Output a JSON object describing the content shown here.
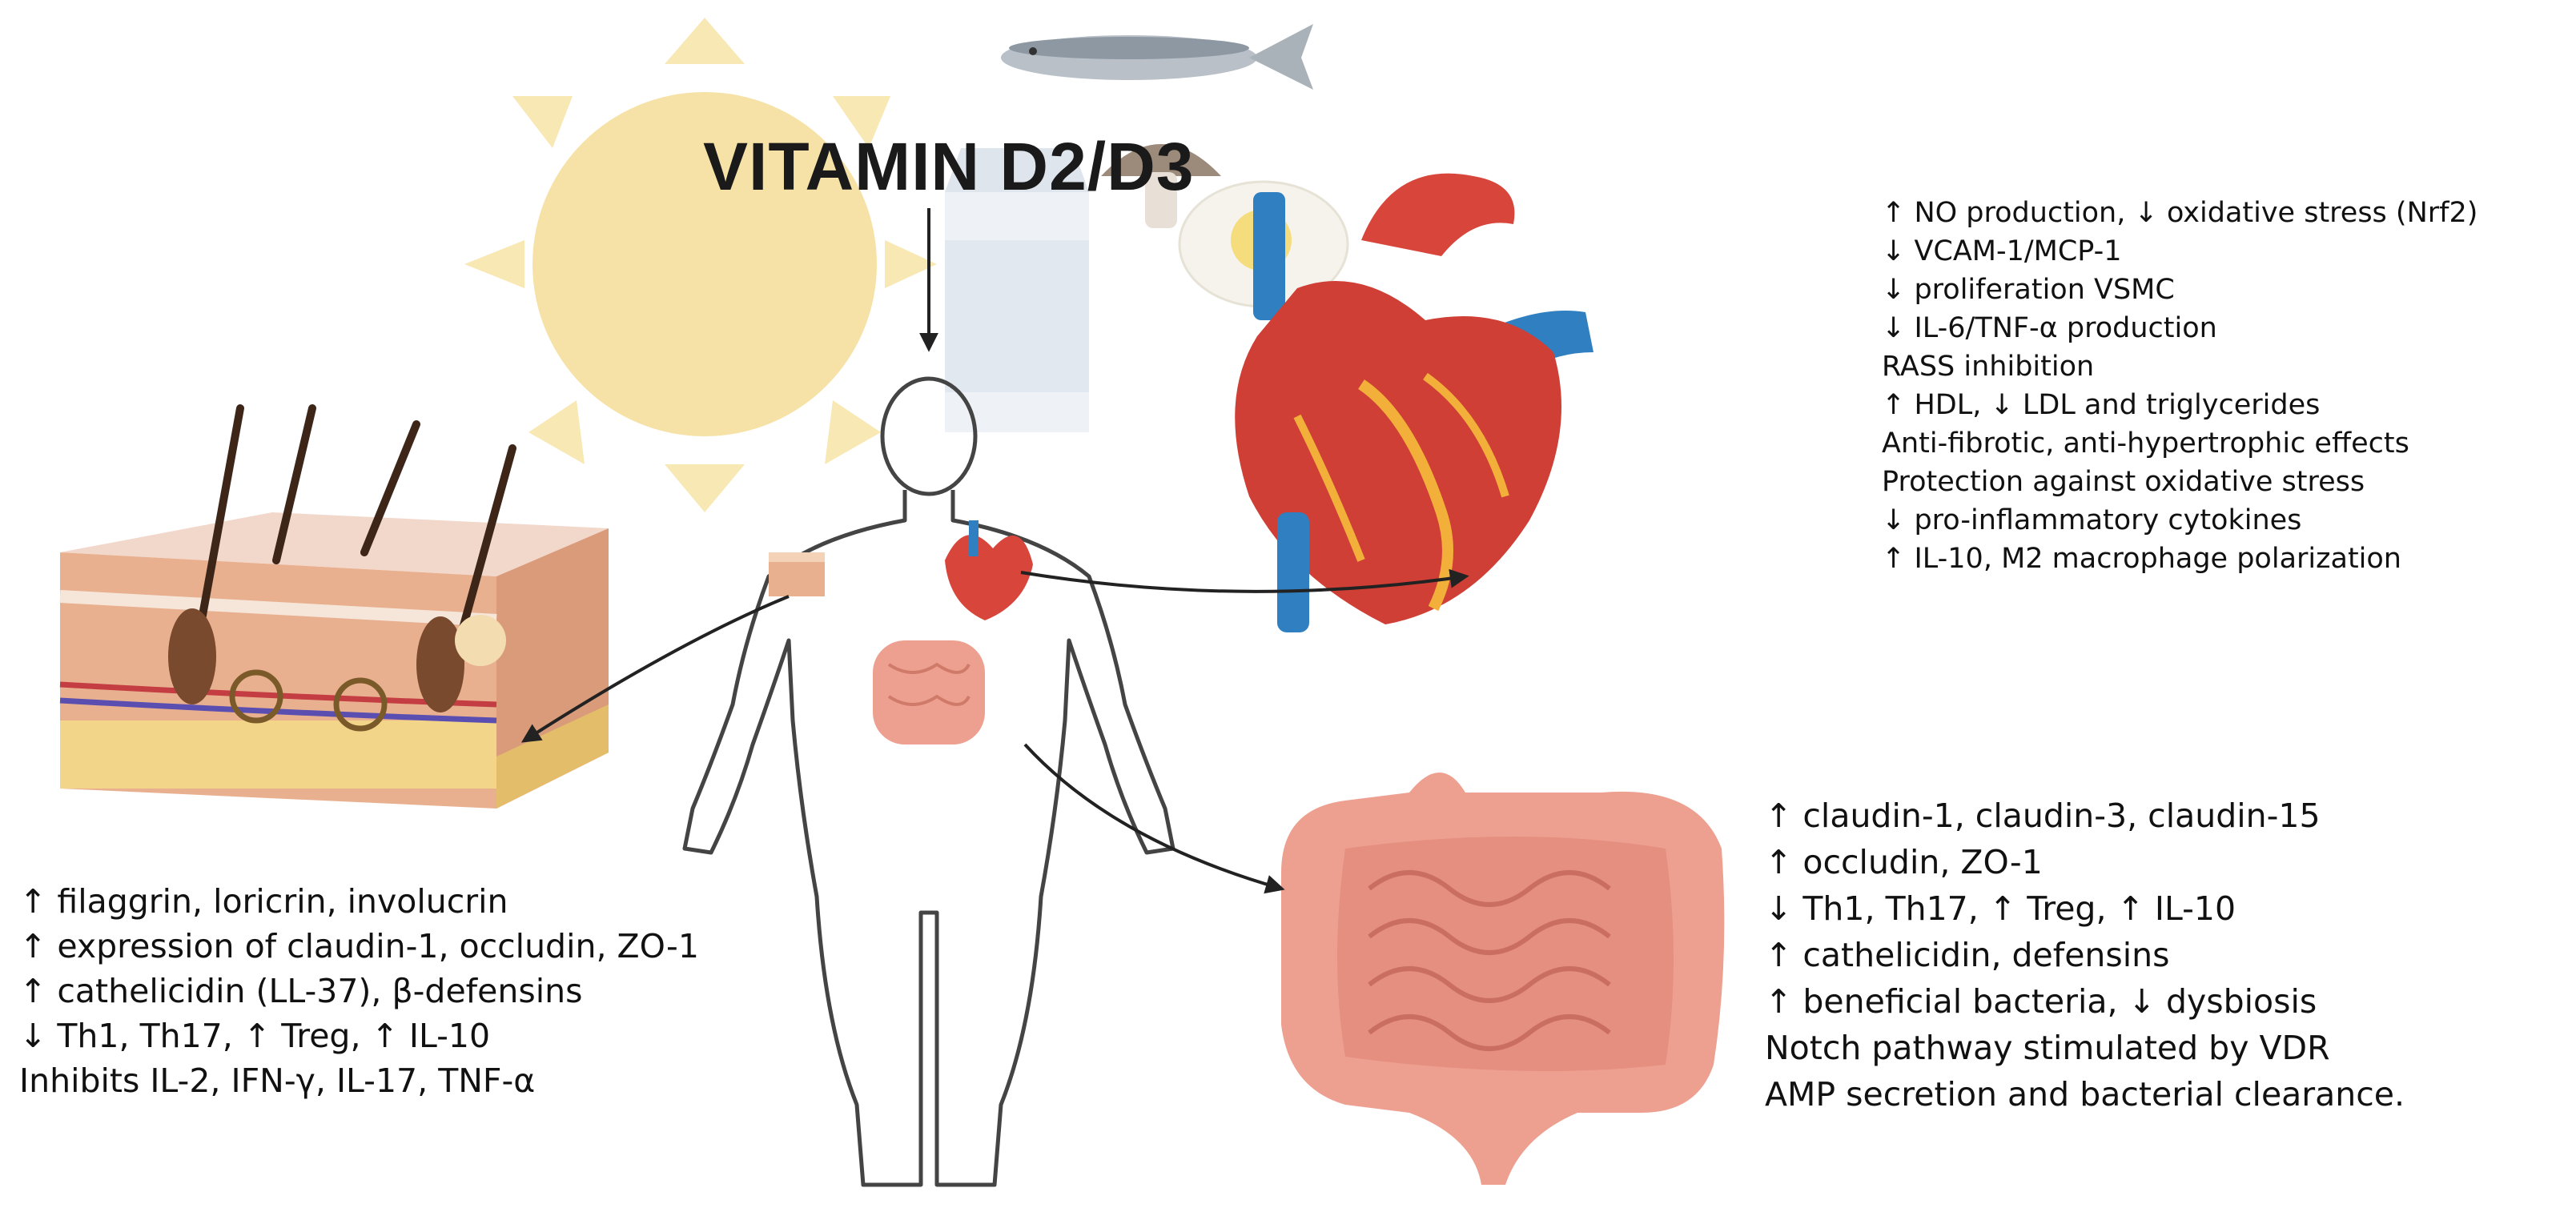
{
  "title": "VITAMIN D2/D3",
  "icons": [
    "sun-icon",
    "fish-icon",
    "milk-carton-icon",
    "mushroom-icon",
    "egg-icon",
    "human-body-icon",
    "skin-section-icon",
    "heart-icon",
    "intestine-icon"
  ],
  "colors": {
    "sun": "#f6e2a6",
    "heart_red": "#d8453a",
    "vessel_blue": "#2f7fc1",
    "intestine": "#eea090",
    "skin": "#e9b08f",
    "arrow": "#222222"
  },
  "heart_effects": [
    "↑ NO production, ↓ oxidative stress (Nrf2)",
    "↓ VCAM-1/MCP-1",
    "↓ proliferation VSMC",
    "↓ IL-6/TNF-α production",
    "RASS inhibition",
    "↑ HDL, ↓ LDL and triglycerides",
    "Anti-fibrotic, anti-hypertrophic effects",
    "Protection against oxidative stress",
    "↓ pro-inflammatory cytokines",
    "↑ IL-10, M2 macrophage polarization"
  ],
  "skin_effects": [
    "↑ filaggrin, loricrin, involucrin",
    "↑ expression of claudin-1, occludin, ZO-1",
    "↑ cathelicidin (LL-37), β-defensins",
    "↓ Th1, Th17, ↑ Treg, ↑ IL-10",
    "Inhibits IL-2, IFN-γ, IL-17, TNF-α"
  ],
  "gut_effects": [
    "↑ claudin-1, claudin-3, claudin-15",
    "↑ occludin, ZO-1",
    "↓ Th1, Th17, ↑ Treg, ↑ IL-10",
    "↑ cathelicidin, defensins",
    "↑ beneficial bacteria, ↓ dysbiosis",
    "Notch pathway stimulated by VDR",
    "AMP secretion and bacterial clearance."
  ]
}
